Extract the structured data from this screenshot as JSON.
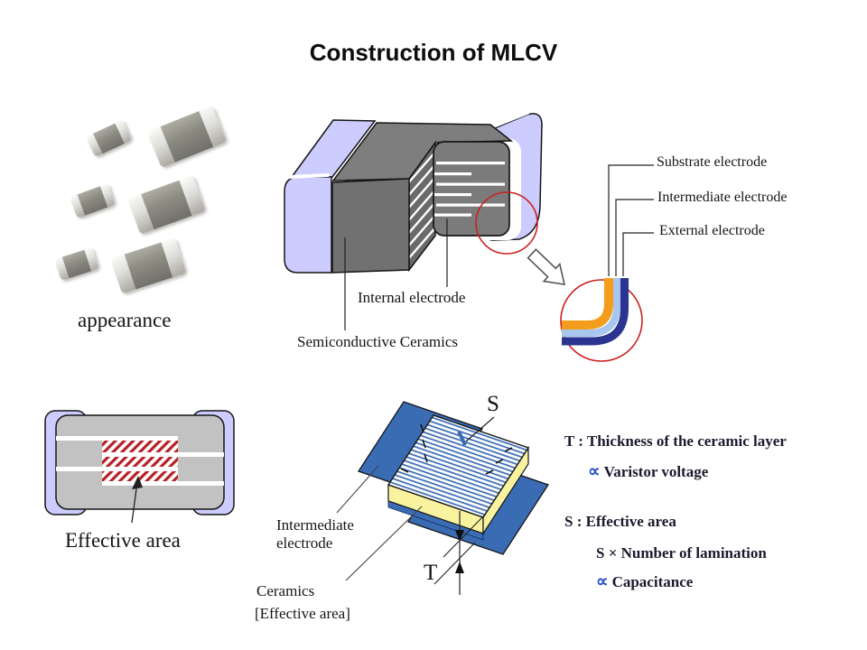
{
  "title": "Construction of MLCV",
  "appearance": {
    "label": "appearance"
  },
  "construction_diagram": {
    "internal_electrode_label": "Internal electrode",
    "ceramics_label": "Semiconductive Ceramics"
  },
  "terminal_detail": {
    "substrate_label": "Substrate electrode",
    "intermediate_label": "Intermediate electrode",
    "external_label": "External electrode"
  },
  "cross_section": {
    "effective_area_label": "Effective area"
  },
  "lamination_diagram": {
    "s_letter": "S",
    "t_letter": "T",
    "intermediate_electrode_label": "Intermediate electrode",
    "ceramics_label": "Ceramics",
    "effective_area_bracket_label": "[Effective area]"
  },
  "equations": {
    "t_definition": "T : Thickness of the ceramic layer",
    "t_proportional_symbol": "∝",
    "t_proportional_to": "Varistor voltage",
    "s_definition": "S : Effective area",
    "s_formula": "S × Number of lamination",
    "s_proportional_symbol": "∝",
    "s_proportional_to": "Capacitance"
  },
  "palette": {
    "termination_lavender": "#ccccfe",
    "body_gray": "#7b7b7b",
    "section_light_gray": "#c2c2c2",
    "highlight_red": "#cc2020",
    "hatch_red": "#b52025",
    "electrode_blue": "#3a6cb4",
    "ceramic_yellow": "#f9f3a0",
    "substrate_orange": "#f49d1c",
    "intermediate_light_blue": "#a7c7ef",
    "external_navy": "#2b3591",
    "proportional_blue": "#2b50c8"
  }
}
